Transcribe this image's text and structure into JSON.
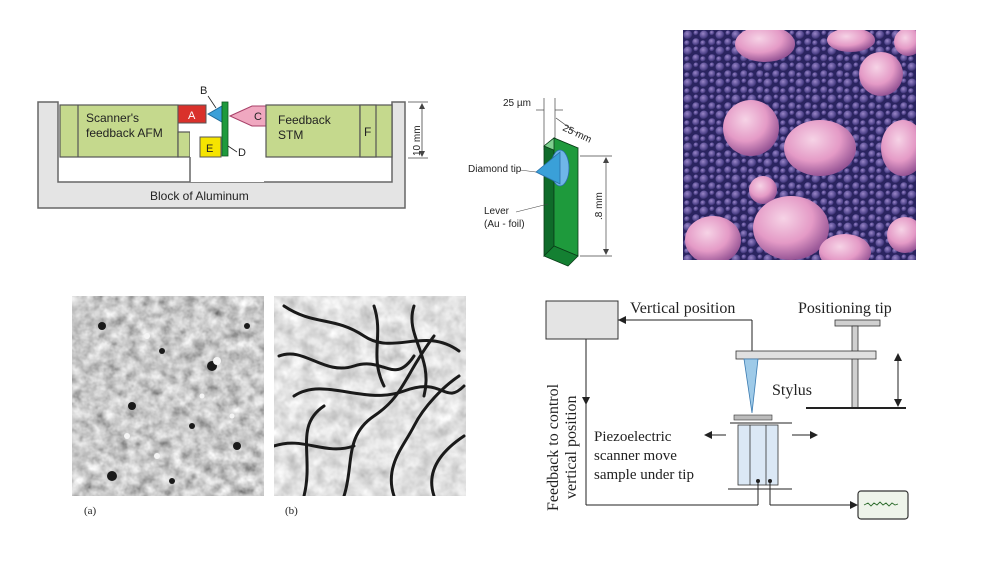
{
  "stm_afm_diagram": {
    "scanner_label_line1": "Scanner's",
    "scanner_label_line2": "feedback AFM",
    "feedback_label_line1": "Feedback",
    "feedback_label_line2": "STM",
    "block_label": "Block of Aluminum",
    "dimension_label": "10 mm",
    "label_a": "A",
    "label_b": "B",
    "label_c": "C",
    "label_d": "D",
    "label_e": "E",
    "label_f": "F",
    "colors": {
      "green": "#c5d98d",
      "red": "#d9312b",
      "pink": "#f0a8c0",
      "yellow": "#f5e400",
      "cantilever": "#1e9a3c",
      "tip": "#3aa0d8"
    }
  },
  "lever_diagram": {
    "width_label": "25 µm",
    "depth_label": "25 mm",
    "height_label": ".8 mm",
    "tip_label": "Diamond tip",
    "lever_label_line1": "Lever",
    "lever_label_line2": "(Au - foil)"
  },
  "micrographs": {
    "caption_a": "(a)",
    "caption_b": "(b)"
  },
  "profilometer": {
    "vertical_position": "Vertical position",
    "positioning_tip": "Positioning tip",
    "stylus": "Stylus",
    "piezo_line1": "Piezoelectric",
    "piezo_line2": "scanner move",
    "piezo_line3": "sample under tip",
    "feedback_line1": "Feedback to control",
    "feedback_line2": "vertical position"
  }
}
